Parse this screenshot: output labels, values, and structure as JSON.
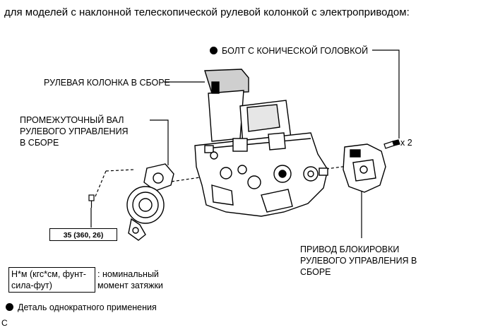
{
  "heading": "для моделей с наклонной телескопической рулевой колонкой с электроприводом:",
  "labels": {
    "tapered_bolt": "БОЛТ С КОНИЧЕСКОЙ ГОЛОВКОЙ",
    "steering_column": "РУЛЕВАЯ КОЛОНКА В СБОРЕ",
    "intermediate_shaft_1": "ПРОМЕЖУТОЧНЫЙ ВАЛ",
    "intermediate_shaft_2": "РУЛЕВОГО УПРАВЛЕНИЯ",
    "intermediate_shaft_3": "В СБОРЕ",
    "qty": "x 2",
    "lock_actuator_1": "ПРИВОД БЛОКИРОВКИ",
    "lock_actuator_2": "РУЛЕВОГО УПРАВЛЕНИЯ В",
    "lock_actuator_3": "СБОРЕ"
  },
  "torque_spec": "35 (360, 26)",
  "legend": {
    "unit_box": "Н*м (кгс*см, фунт-сила-фут)",
    "unit_desc_1": ": номинальный",
    "unit_desc_2": "момент затяжки",
    "single_use_note": "Деталь однократного применения"
  },
  "corner_code": "C",
  "icons": [
    "non-reusable-dot-icon",
    "bolt-icon"
  ]
}
